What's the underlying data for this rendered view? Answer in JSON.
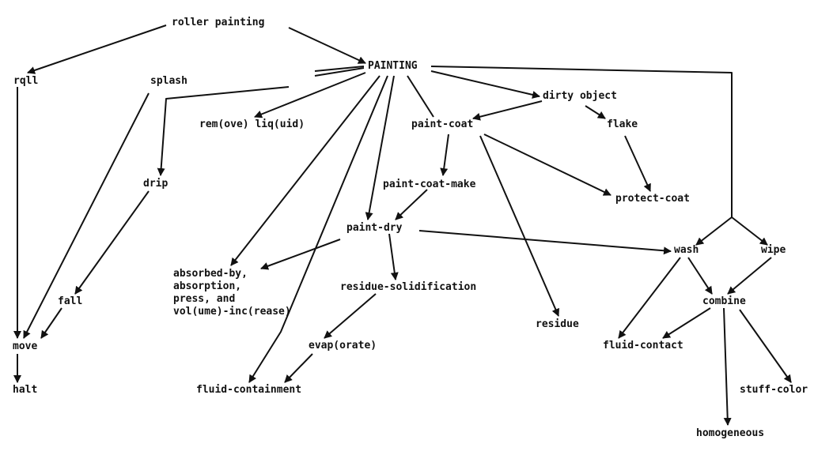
{
  "colors": {
    "ink": "#111111",
    "background": "#ffffff"
  },
  "nodes": {
    "roller_painting": "roller painting",
    "painting": "PAINTING",
    "roll": "rqll",
    "splash": "splash",
    "dirty_object": "dirty object",
    "remove_liquid": "rem(ove) liq(uid)",
    "paint_coat": "paint-coat",
    "flake": "flake",
    "drip": "drip",
    "paint_coat_make": "paint-coat-make",
    "protect_coat": "protect-coat",
    "paint_dry": "paint-dry",
    "wash": "wash",
    "wipe": "wipe",
    "absorbed_by": "absorbed-by,\nabsorption,\npress, and\nvol(ume)-inc(rease)",
    "residue_solidification": "residue-solidification",
    "fall": "fall",
    "combine": "combine",
    "residue": "residue",
    "move": "move",
    "evaporate": "evap(orate)",
    "fluid_contact": "fluid-contact",
    "halt": "halt",
    "fluid_containment": "fluid-containment",
    "stuff_color": "stuff-color",
    "homogeneous": "homogeneous"
  }
}
